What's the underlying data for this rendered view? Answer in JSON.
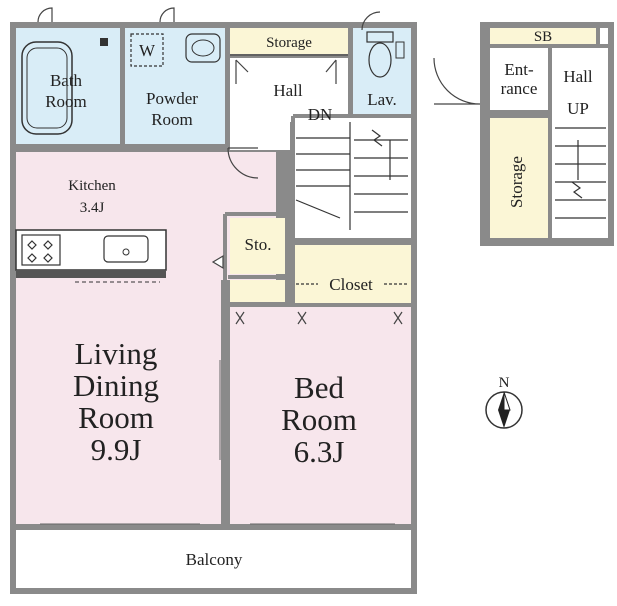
{
  "rooms": {
    "bath": [
      "Bath",
      "Room"
    ],
    "powder": [
      "Powder",
      "Room"
    ],
    "washer": "W",
    "storage_top": "Storage",
    "hall_main": "Hall",
    "dn": "DN",
    "lav": "Lav.",
    "kitchen": [
      "Kitchen",
      "3.4J"
    ],
    "sto": "Sto.",
    "closet": "Closet",
    "living": [
      "Living",
      "Dining",
      "Room",
      "9.9J"
    ],
    "bed": [
      "Bed",
      "Room",
      "6.3J"
    ],
    "balcony": "Balcony",
    "sb": "SB",
    "entrance": [
      "Ent-",
      "rance"
    ],
    "hall_lower": "Hall",
    "up": "UP",
    "storage_lower": "Storage"
  },
  "compass": {
    "north": "N"
  },
  "colors": {
    "wall": "#8a8a8a",
    "pink": "#f7e6ec",
    "blue": "#d9edf7",
    "cream": "#fbf6d6",
    "white": "#ffffff"
  }
}
